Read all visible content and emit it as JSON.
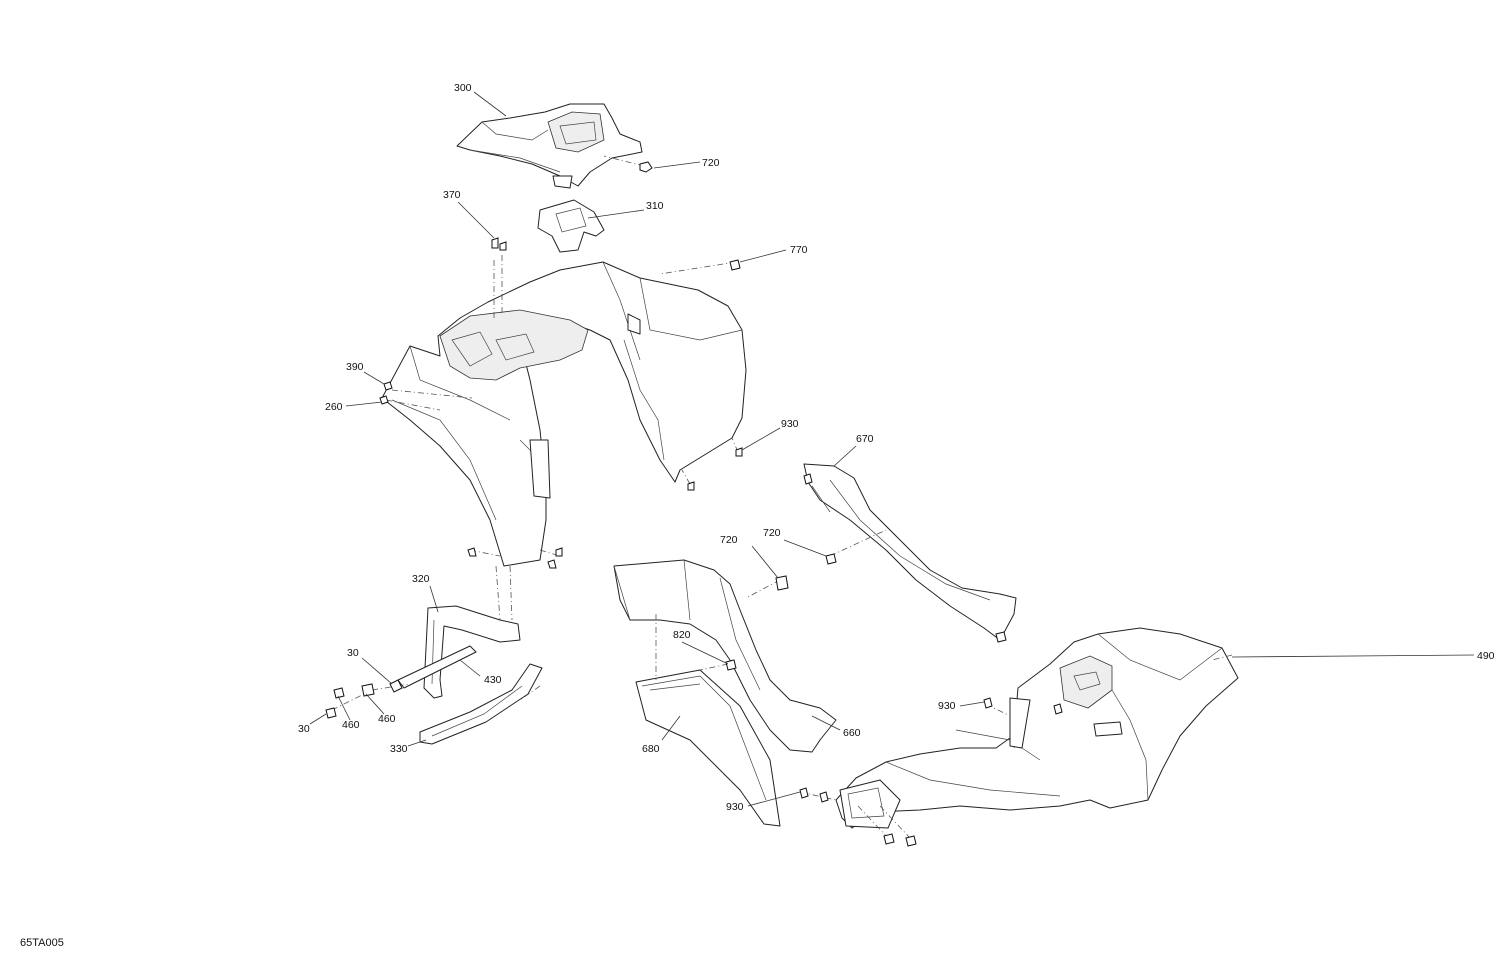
{
  "figure_ref": "65TA005",
  "callouts": {
    "c300": "300",
    "c720a": "720",
    "c370": "370",
    "c310": "310",
    "c770": "770",
    "c390": "390",
    "c260": "260",
    "c930a": "930",
    "c670": "670",
    "c720b": "720",
    "c720c": "720",
    "c320": "320",
    "c820": "820",
    "c490": "490",
    "c30a": "30",
    "c430": "430",
    "c930b": "930",
    "c460a": "460",
    "c460b": "460",
    "c30b": "30",
    "c660": "660",
    "c680": "680",
    "c330": "330",
    "c930c": "930"
  }
}
